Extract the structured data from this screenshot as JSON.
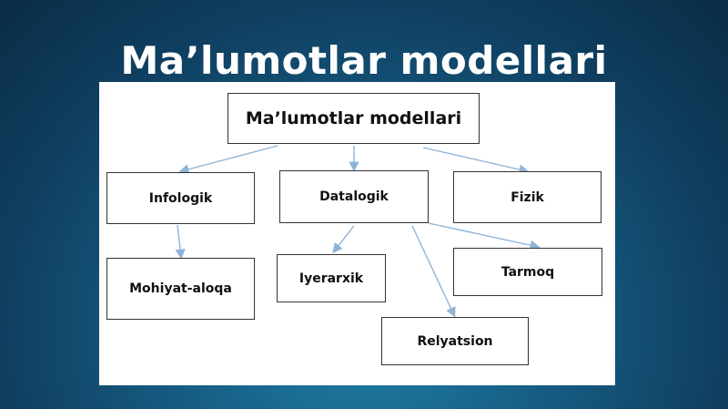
{
  "slide": {
    "title": "Ma’lumotlar modellari"
  },
  "diagram": {
    "root": "Ma’lumotlar modellari",
    "level1": [
      "Infologik",
      "Datalogik",
      "Fizik"
    ],
    "infologik_children": [
      "Mohiyat-aloqa"
    ],
    "datalogik_children": [
      "Iyerarxik",
      "Tarmoq",
      "Relyatsion"
    ]
  },
  "colors": {
    "background": "#175f86",
    "arrow": "#8fb3d6",
    "node_border": "#333333"
  }
}
